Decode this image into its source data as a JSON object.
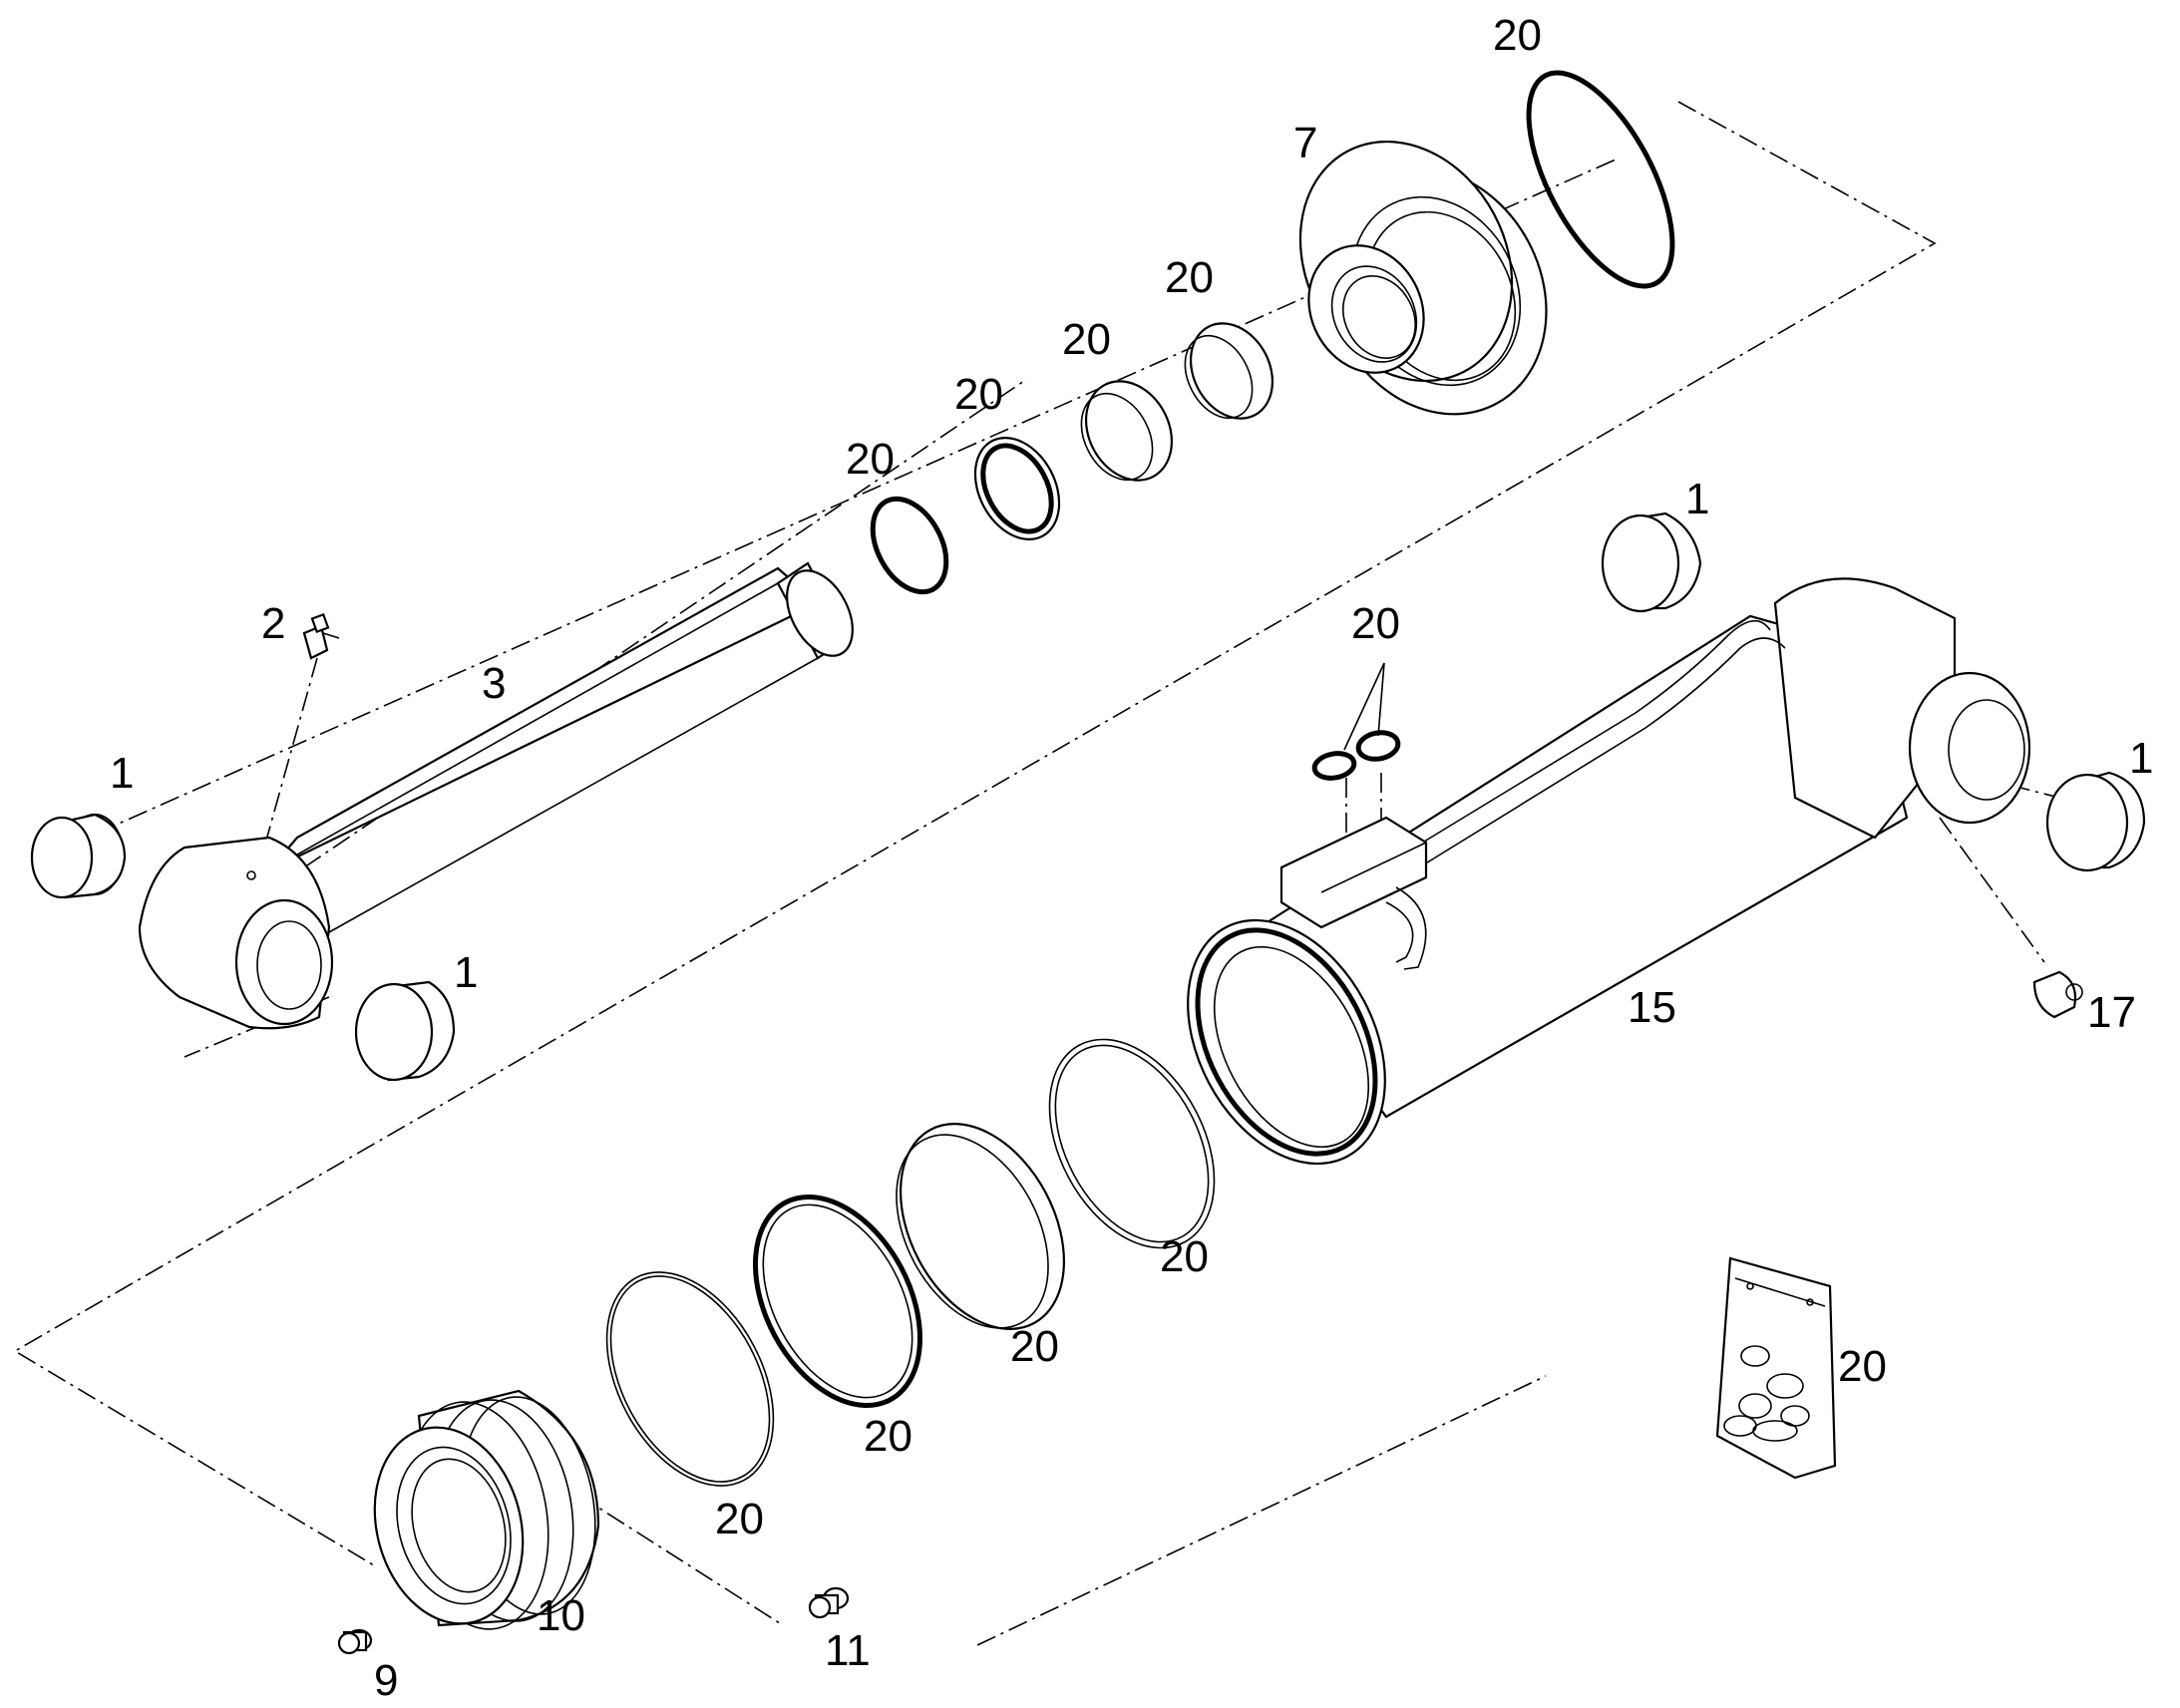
{
  "diagram": {
    "type": "exploded-parts-view",
    "callouts": {
      "c1a": "1",
      "c1b": "1",
      "c1c": "1",
      "c1d": "1",
      "c2": "2",
      "c3": "3",
      "c7": "7",
      "c9": "9",
      "c10": "10",
      "c11": "11",
      "c15": "15",
      "c17": "17",
      "c20_top": "20",
      "c20_r1": "20",
      "c20_r2": "20",
      "c20_r3": "20",
      "c20_r4": "20",
      "c20_ports": "20",
      "c20_b1": "20",
      "c20_b2": "20",
      "c20_b3": "20",
      "c20_b4": "20",
      "c20_kit": "20"
    }
  }
}
